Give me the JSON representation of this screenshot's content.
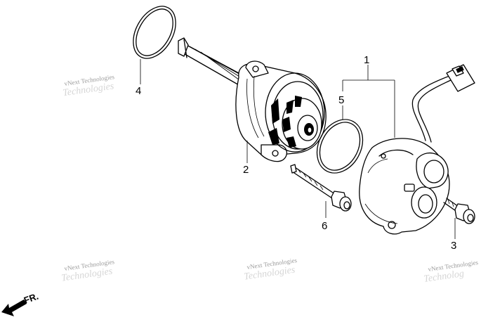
{
  "callouts": {
    "c1": "1",
    "c2": "2",
    "c3": "3",
    "c4": "4",
    "c5": "5",
    "c6": "6"
  },
  "watermark": {
    "text": "vNext Technologies"
  },
  "direction": {
    "label": "FR."
  },
  "parts": [
    {
      "ref": "1",
      "icon": "pump-cover-assembly"
    },
    {
      "ref": "2",
      "icon": "water-pump-body"
    },
    {
      "ref": "3",
      "icon": "flange-bolt-short"
    },
    {
      "ref": "4",
      "icon": "o-ring-large"
    },
    {
      "ref": "5",
      "icon": "o-ring-small"
    },
    {
      "ref": "6",
      "icon": "flange-bolt-long"
    }
  ]
}
